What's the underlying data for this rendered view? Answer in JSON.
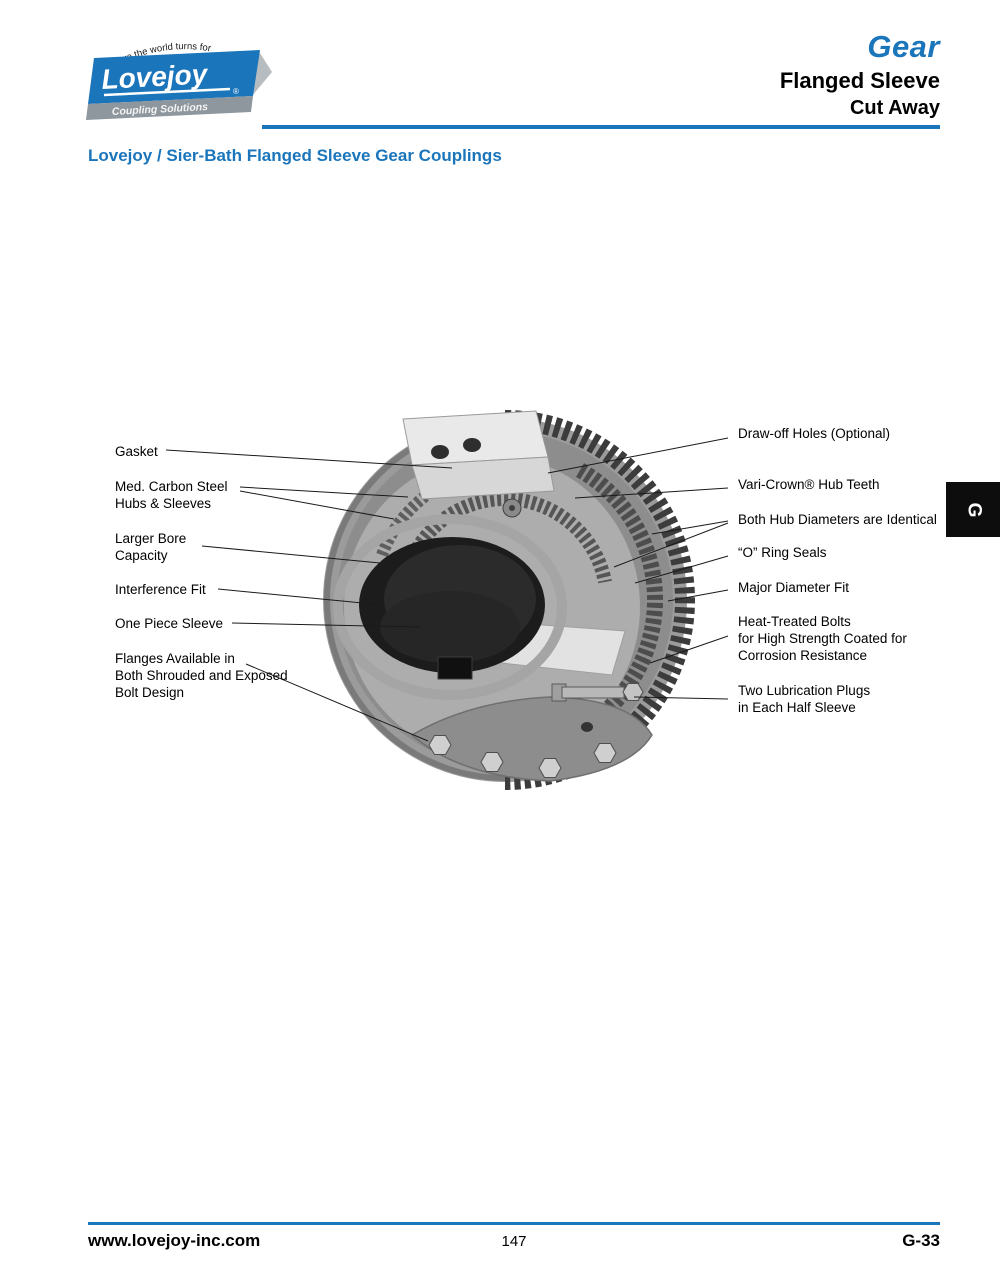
{
  "brand": {
    "arc_text": "where the world turns for",
    "name": "Lovejoy",
    "reg": "®",
    "tagline": "Coupling Solutions"
  },
  "header": {
    "category": "Gear",
    "subtitle1": "Flanged Sleeve",
    "subtitle2": "Cut Away"
  },
  "title": "Lovejoy / Sier-Bath Flanged Sleeve Gear Couplings",
  "tab": "G",
  "labels": {
    "left": [
      {
        "text": "Gasket"
      },
      {
        "text": "Med. Carbon Steel\nHubs & Sleeves"
      },
      {
        "text": "Larger Bore\nCapacity"
      },
      {
        "text": "Interference Fit"
      },
      {
        "text": "One Piece Sleeve"
      },
      {
        "text": "Flanges Available in\nBoth Shrouded and Exposed\nBolt Design"
      }
    ],
    "right": [
      {
        "text": "Draw-off Holes (Optional)"
      },
      {
        "text": "Vari-Crown® Hub Teeth"
      },
      {
        "text": "Both Hub Diameters are Identical"
      },
      {
        "text": "“O” Ring Seals"
      },
      {
        "text": "Major Diameter Fit"
      },
      {
        "text": "Heat-Treated Bolts\nfor High Strength Coated for\nCorrosion Resistance"
      },
      {
        "text": "Two Lubrication Plugs\nin Each Half Sleeve"
      }
    ]
  },
  "footer": {
    "website": "www.lovejoy-inc.com",
    "page_number": "147",
    "code": "G-33"
  },
  "colors": {
    "accent": "#1b75bb",
    "tab_background": "#0d0d0d"
  }
}
